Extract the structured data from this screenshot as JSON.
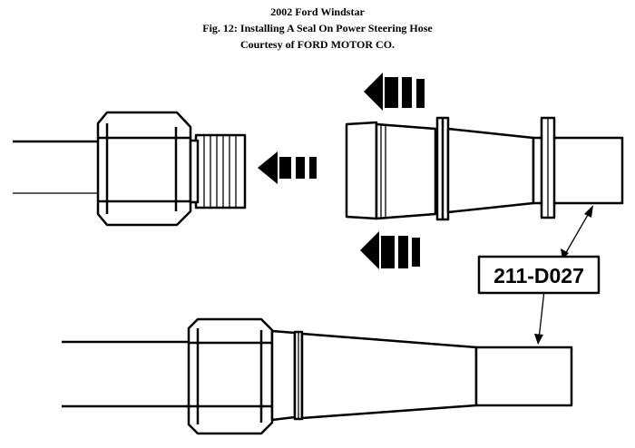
{
  "header": {
    "vehicle": "2002 Ford Windstar",
    "figure_title": "Fig. 12: Installing A Seal On Power Steering Hose",
    "credit": "Courtesy of FORD MOTOR CO."
  },
  "diagram": {
    "tool_label": "211-D027"
  }
}
